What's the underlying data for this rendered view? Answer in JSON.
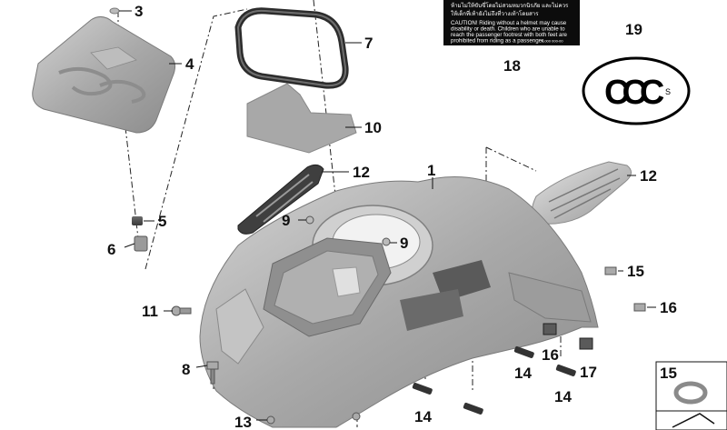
{
  "diagram": {
    "callouts": [
      {
        "id": "c1",
        "text": "1"
      },
      {
        "id": "c3",
        "text": "3"
      },
      {
        "id": "c4",
        "text": "4"
      },
      {
        "id": "c5",
        "text": "5"
      },
      {
        "id": "c6",
        "text": "6"
      },
      {
        "id": "c7",
        "text": "7"
      },
      {
        "id": "c8",
        "text": "8"
      },
      {
        "id": "c9a",
        "text": "9"
      },
      {
        "id": "c9b",
        "text": "9"
      },
      {
        "id": "c10",
        "text": "10"
      },
      {
        "id": "c11",
        "text": "11"
      },
      {
        "id": "c12a",
        "text": "12"
      },
      {
        "id": "c12b",
        "text": "12"
      },
      {
        "id": "c13",
        "text": "13"
      },
      {
        "id": "c14a",
        "text": "14"
      },
      {
        "id": "c14b",
        "text": "14"
      },
      {
        "id": "c14c",
        "text": "14"
      },
      {
        "id": "c15a",
        "text": "15"
      },
      {
        "id": "c15b",
        "text": "15"
      },
      {
        "id": "c16a",
        "text": "16"
      },
      {
        "id": "c16b",
        "text": "16"
      },
      {
        "id": "c17",
        "text": "17"
      },
      {
        "id": "c18",
        "text": "18"
      },
      {
        "id": "c19",
        "text": "19"
      }
    ],
    "warning_label": {
      "thai_line_1": "ห้ามไม่ให้ขับขี่โดยไม่สวมหมวกนิรภัย และไม่ควร",
      "thai_line_2": "ให้เด็กที่เท้ายังไม่ถึงที่วางเท้าโดยสาร",
      "english_lines": [
        "CAUTION! Riding without a helmet may cause",
        "disability or death. Children who are unable to",
        "reach the passenger footrest with both feet are",
        "prohibited from riding as a passenger."
      ],
      "part_code": "0 000 000-00"
    },
    "ccc_mark": {
      "letters": "CCC",
      "sub": "S"
    }
  }
}
